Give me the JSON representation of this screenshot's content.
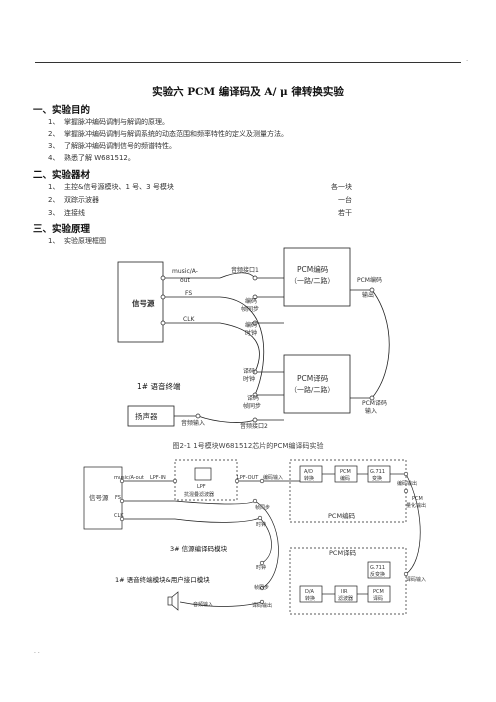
{
  "header_mark": ".",
  "title": "实验六  PCM 编译码及 A/ μ 律转换实验",
  "sections": {
    "purpose": {
      "heading": "一、实验目的",
      "items": [
        {
          "num": "1、",
          "text": "掌握脉冲编码调制与解调的原理。"
        },
        {
          "num": "2、",
          "text": "掌握脉冲编码调制与解调系统的动态范围和频率特性的定义及测量方法。"
        },
        {
          "num": "3、",
          "text": "了解脉冲编码调制信号的频谱特性。"
        },
        {
          "num": "4、",
          "text": "熟悉了解 W681512。"
        }
      ]
    },
    "equipment": {
      "heading": "二、实验器材",
      "items": [
        {
          "num": "1、",
          "text": "主控&信号源模块、1 号、3 号模块",
          "qty": "各一块"
        },
        {
          "num": "2、",
          "text": "双踪示波器",
          "qty": "一台"
        },
        {
          "num": "3、",
          "text": "连接线",
          "qty": "若干"
        }
      ]
    },
    "principle": {
      "heading": "三、实验原理",
      "items": [
        {
          "num": "1、",
          "text": "实验原理框图"
        }
      ]
    }
  },
  "diagram1": {
    "signal_source": "信号源",
    "port_music": "music/A-out",
    "port_music_l1": "music/A-",
    "port_music_l2": "out",
    "port_fs": "FS",
    "port_clk": "CLK",
    "audio_in1": "音频接口1",
    "enc_frame_l1": "编码",
    "enc_frame_l2": "帧同步",
    "enc_clk_l1": "编码",
    "enc_clk_l2": "时钟",
    "pcm_enc_l1": "PCM编码",
    "pcm_enc_l2": "（一路/二路）",
    "enc_out_l1": "PCM编码",
    "enc_out_l2": "输出",
    "dec_clk_l1": "译码",
    "dec_clk_l2": "时钟",
    "dec_frame_l1": "译码",
    "dec_frame_l2": "帧同步",
    "pcm_dec_l1": "PCM译码",
    "pcm_dec_l2": "（一路/二路）",
    "dec_in_l1": "PCM译码",
    "dec_in_l2": "输入",
    "terminal": "1# 语音终端",
    "speaker": "扬声器",
    "audio_input": "音频输入",
    "audio_out2": "音频接口2"
  },
  "caption": "图2-1    1号模块W681512芯片的PCM编译码实验",
  "diagram2": {
    "signal_source": "信号源",
    "port_music": "music/A-out",
    "port_fs": "FS",
    "port_clk": "CLK",
    "lpf_in": "LPF-IN",
    "lpf_label": "LPF",
    "lpf_name": "抗混叠滤波器",
    "lpf_out": "LPF-OUT",
    "enc_in": "编码输入",
    "ad_l1": "A/D",
    "ad_l2": "转换",
    "pcm_enc_l1": "PCM",
    "pcm_enc_l2": "编码",
    "g711_l1": "G.711",
    "g711_l2": "变换",
    "enc_out": "编码输出",
    "quant_l1": "PCM",
    "quant_l2": "量化输出",
    "frame_sync": "帧同步",
    "clock": "时钟",
    "pcm_enc_title": "PCM编码",
    "module3": "3# 信源编译码模块",
    "pcm_dec_title": "PCM译码",
    "clock2": "时钟",
    "frame_sync2": "帧同步",
    "g711_inv_l1": "G.711",
    "g711_inv_l2": "反变换",
    "dec_in": "译码输入",
    "da_l1": "D/A",
    "da_l2": "转换",
    "iir_l1": "IIR",
    "iir_l2": "滤波器",
    "pcm_dec_l1": "PCM",
    "pcm_dec_l2": "译码",
    "dec_out": "译码输出",
    "module1": "1# 语音终端模块&用户接口模块",
    "audio_input": "音频输入"
  },
  "footer_mark": ". ."
}
